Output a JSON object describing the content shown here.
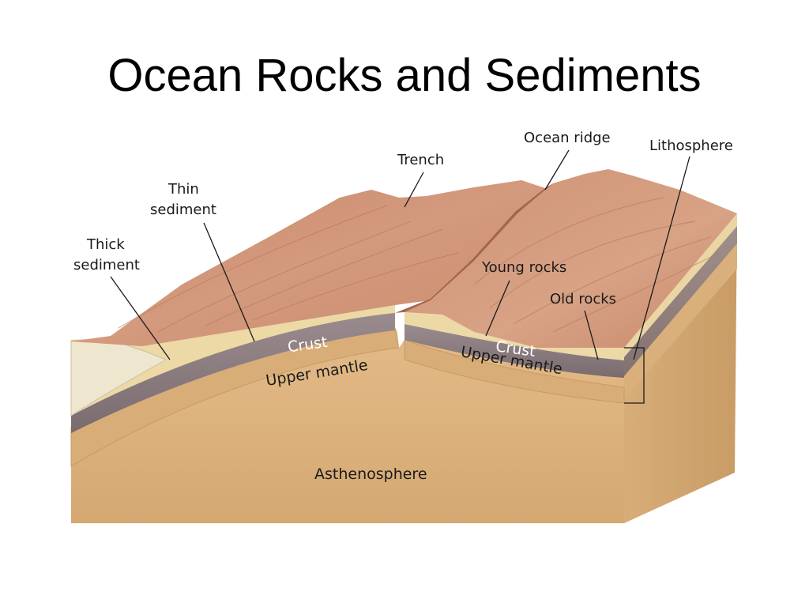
{
  "slide": {
    "title": "Ocean Rocks and Sediments"
  },
  "labels": {
    "trench": "Trench",
    "ocean_ridge": "Ocean ridge",
    "lithosphere": "Lithosphere",
    "thin_sediment_line1": "Thin",
    "thin_sediment_line2": "sediment",
    "thick_sediment_line1": "Thick",
    "thick_sediment_line2": "sediment",
    "young_rocks": "Young rocks",
    "old_rocks": "Old rocks",
    "crust_left": "Crust",
    "crust_right": "Crust",
    "upper_mantle_left": "Upper mantle",
    "upper_mantle_right": "Upper mantle",
    "asthenosphere": "Asthenosphere"
  }
}
